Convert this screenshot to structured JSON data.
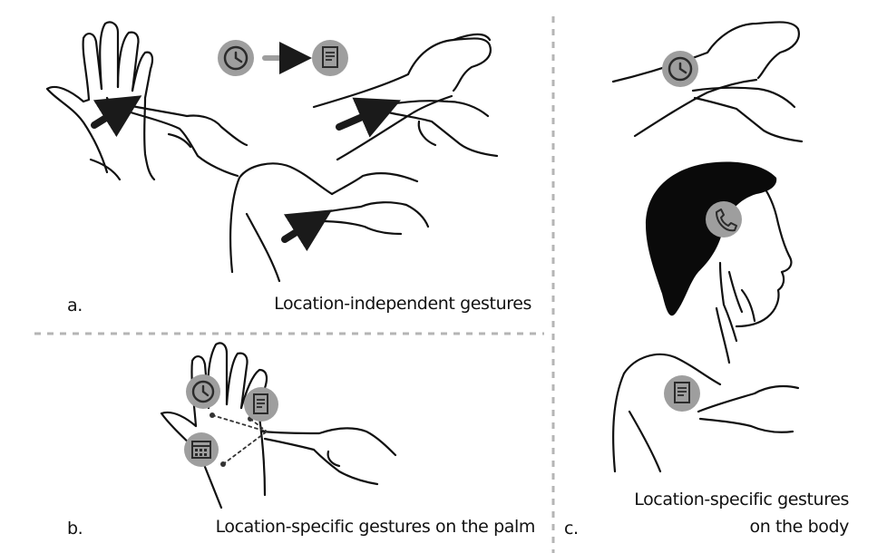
{
  "panels": {
    "a": {
      "letter": "a.",
      "caption": "Location-independent gestures"
    },
    "b": {
      "letter": "b.",
      "caption": "Location-specific gestures on the palm"
    },
    "c": {
      "letter": "c.",
      "caption_line1": "Location-specific gestures",
      "caption_line2": "on the body"
    }
  },
  "icons": {
    "clock": "clock-icon",
    "notes": "notes-icon",
    "calendar": "calendar-icon",
    "phone": "phone-icon"
  },
  "colors": {
    "icon_badge": "#9e9e9e",
    "icon_glyph": "#2b2b2b",
    "divider": "#b5b5b5",
    "arrow": "#1a1a1a",
    "hair": "#0a0a0a"
  }
}
